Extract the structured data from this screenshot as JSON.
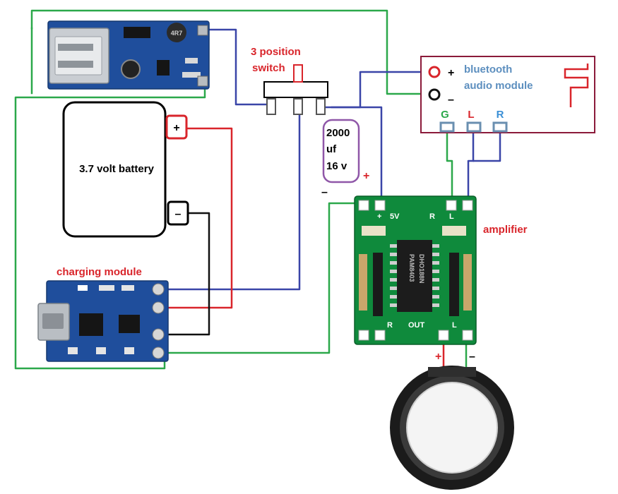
{
  "labels": {
    "switch_line1": "3 position",
    "switch_line2": "switch",
    "battery": "3.7 volt battery",
    "battery_plus": "+",
    "battery_minus": "–",
    "bt_line1": "bluetooth",
    "bt_line2": "audio module",
    "bt_plus": "+",
    "bt_minus": "–",
    "bt_pin_g": "G",
    "bt_pin_l": "L",
    "bt_pin_r": "R",
    "cap_line1": "2000",
    "cap_line2": "uf",
    "cap_line3": "16 v",
    "cap_plus": "+",
    "cap_minus": "–",
    "amplifier": "amplifier",
    "charging_module": "charging module",
    "speaker_plus": "+",
    "speaker_minus": "–",
    "boost_chip_text": "4R7",
    "amp_chip_line1": "PAM8403",
    "amp_chip_line2": "DHO188N",
    "amp_5v": "5V",
    "amp_plus": "+",
    "amp_r_top": "R",
    "amp_l_top": "L",
    "amp_r_bottom": "R",
    "amp_out": "OUT",
    "amp_l_bottom": "L"
  },
  "colors": {
    "wire_green": "#2ba84a",
    "wire_blue": "#3a45a8",
    "wire_red": "#d9252b",
    "wire_black": "#111111",
    "label_red": "#d9252b",
    "label_blue": "#5d8fbf",
    "pin_green": "#2ba84a",
    "pin_red": "#d9252b",
    "pin_blue": "#3a8fd6",
    "bt_border": "#8b1a3a",
    "cap_border": "#8f57a8",
    "pcb_blue": "#1f4e9c",
    "pcb_green": "#0f8a3c"
  }
}
